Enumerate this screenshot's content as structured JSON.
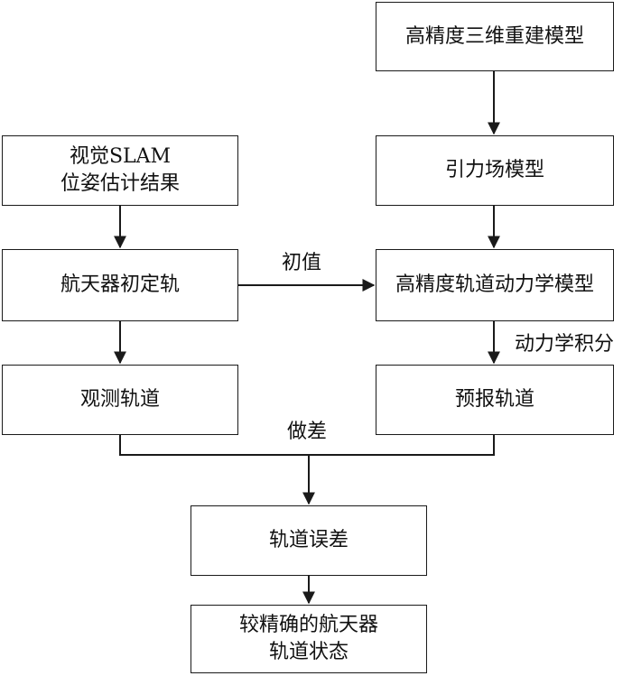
{
  "nodes": {
    "high_precision_3d_model": "高精度三维重建模型",
    "gravity_field_model": "引力场模型",
    "visual_slam_line1": "视觉SLAM",
    "visual_slam_line2": "位姿估计结果",
    "spacecraft_initial_orbit": "航天器初定轨",
    "orbit_dynamics_model": "高精度轨道动力学模型",
    "observed_orbit": "观测轨道",
    "predicted_orbit": "预报轨道",
    "orbit_error": "轨道误差",
    "result_line1": "较精确的航天器",
    "result_line2": "轨道状态"
  },
  "edge_labels": {
    "initial_value": "初值",
    "dynamics_integration": "动力学积分",
    "difference": "做差"
  }
}
